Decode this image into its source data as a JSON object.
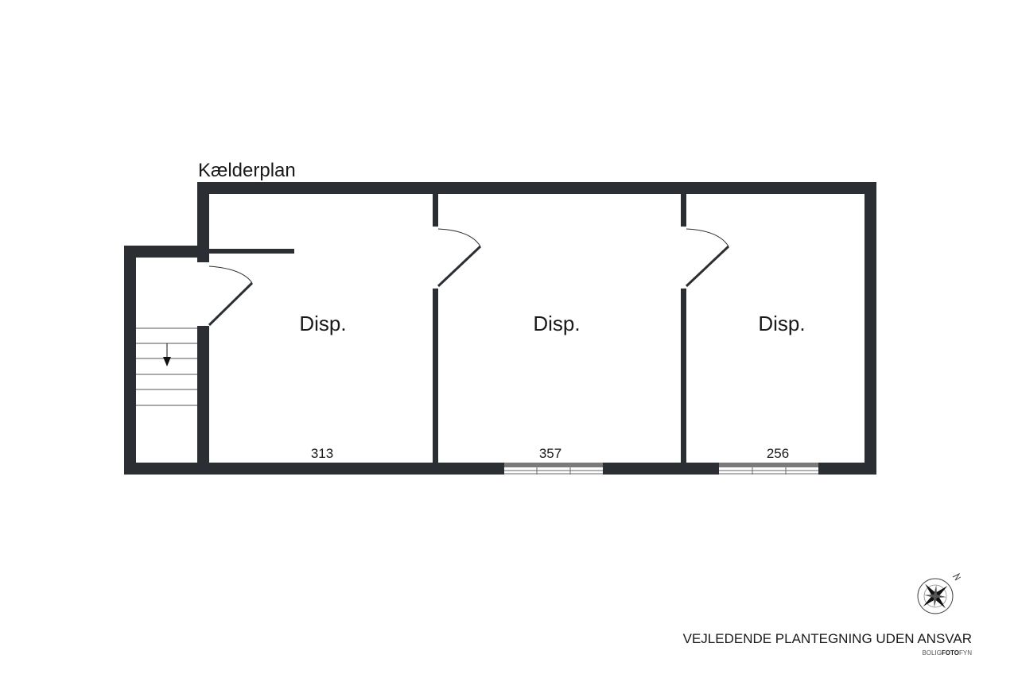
{
  "plan": {
    "title": "Kælderplan",
    "rooms": [
      {
        "label": "Disp.",
        "area": "313"
      },
      {
        "label": "Disp.",
        "area": "357"
      },
      {
        "label": "Disp.",
        "area": "256"
      }
    ]
  },
  "footer": {
    "disclaimer": "VEJLEDENDE PLANTEGNING UDEN ANSVAR",
    "brand_prefix": "BOLIG",
    "brand_bold": "FOTO",
    "brand_suffix": "FYN",
    "compass_icon": "compass-rose-icon"
  },
  "colors": {
    "wall": "#2b2f33",
    "window": "#7a7a7a"
  }
}
